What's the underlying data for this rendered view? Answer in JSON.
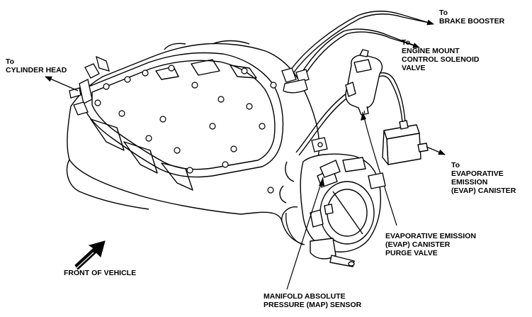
{
  "labels": {
    "cylinder_head": [
      "To",
      "CYLINDER HEAD"
    ],
    "brake_booster": [
      "To",
      "BRAKE BOOSTER"
    ],
    "mount_solenoid": [
      "To",
      "ENGINE MOUNT",
      "CONTROL SOLENOID",
      "VALVE"
    ],
    "evap_canister": [
      "To",
      "EVAPORATIVE",
      "EMISSION",
      "(EVAP) CANISTER"
    ],
    "purge_valve": [
      "EVAPORATIVE EMISSION",
      "(EVAP) CANISTER",
      "PURGE VALVE"
    ],
    "front": "FRONT OF VEHICLE",
    "map_sensor": [
      "MANIFOLD ABSOLUTE",
      "PRESSURE (MAP) SENSOR"
    ]
  },
  "colors": {
    "line": "#000000",
    "background": "#ffffff"
  }
}
